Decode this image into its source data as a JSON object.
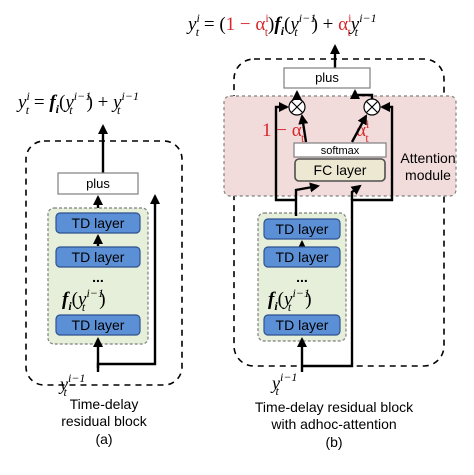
{
  "panel_a": {
    "equation": {
      "lhs_base": "y",
      "lhs_sup": "i",
      "lhs_sub": "t",
      "eq": " = ",
      "f": "f",
      "f_sub": "i",
      "arg_open": "(",
      "arg_base": "y",
      "arg_sup": "i−1",
      "arg_sub": "t",
      "arg_close": ")",
      "plus": " + ",
      "tail_base": "y",
      "tail_sup": "i−1",
      "tail_sub": "t"
    },
    "plus_label": "plus",
    "td_layer_1": "TD layer",
    "td_layer_2": "TD layer",
    "dots": "...",
    "func": {
      "f": "f",
      "f_sub": "i",
      "open": "(",
      "base": "y",
      "sup": "i−1",
      "sub": "t",
      "close": ")"
    },
    "td_layer_3": "TD layer",
    "input": {
      "base": "y",
      "sup": "i−1",
      "sub": "t"
    },
    "caption_line1": "Time-delay",
    "caption_line2": "residual block",
    "caption_line3": "(a)"
  },
  "panel_b": {
    "equation": {
      "lhs_base": "y",
      "lhs_sup": "i",
      "lhs_sub": "t",
      "eq": " = (",
      "one_minus": "1 − α",
      "alpha_sup": "i",
      "alpha_sub": "t",
      "close": ")",
      "f": "f",
      "f_sub": "i",
      "arg_open": "(",
      "arg_base": "y",
      "arg_sup": "i−1",
      "arg_sub": "t",
      "arg_close": ")",
      "plus": " + ",
      "alpha2": "α",
      "alpha2_sup": "i",
      "alpha2_sub": "t",
      "tail_base": "y",
      "tail_sup": "i−1",
      "tail_sub": "t"
    },
    "plus_label": "plus",
    "gate_left": {
      "text": "1 − α",
      "sup": "i",
      "sub": "t"
    },
    "gate_right": {
      "text": "α",
      "sup": "i",
      "sub": "t"
    },
    "softmax_label": "softmax",
    "fc_label": "FC layer",
    "attention_line1": "Attention",
    "attention_line2": "module",
    "td_layer_1": "TD layer",
    "td_layer_2": "TD layer",
    "dots": "...",
    "func": {
      "f": "f",
      "f_sub": "i",
      "open": "(",
      "base": "y",
      "sup": "i−1",
      "sub": "t",
      "close": ")"
    },
    "td_layer_3": "TD layer",
    "input": {
      "base": "y",
      "sup": "i−1",
      "sub": "t"
    },
    "caption_line1": "Time-delay residual block",
    "caption_line2": "with adhoc-attention",
    "caption_line3": "(b)"
  },
  "colors": {
    "td_layer": "#5b8fd6",
    "green_container": "#e6efd9",
    "attention_module": "#f2dcdb",
    "fc_layer": "#ece8d2",
    "alpha_red": "#d9262b"
  }
}
